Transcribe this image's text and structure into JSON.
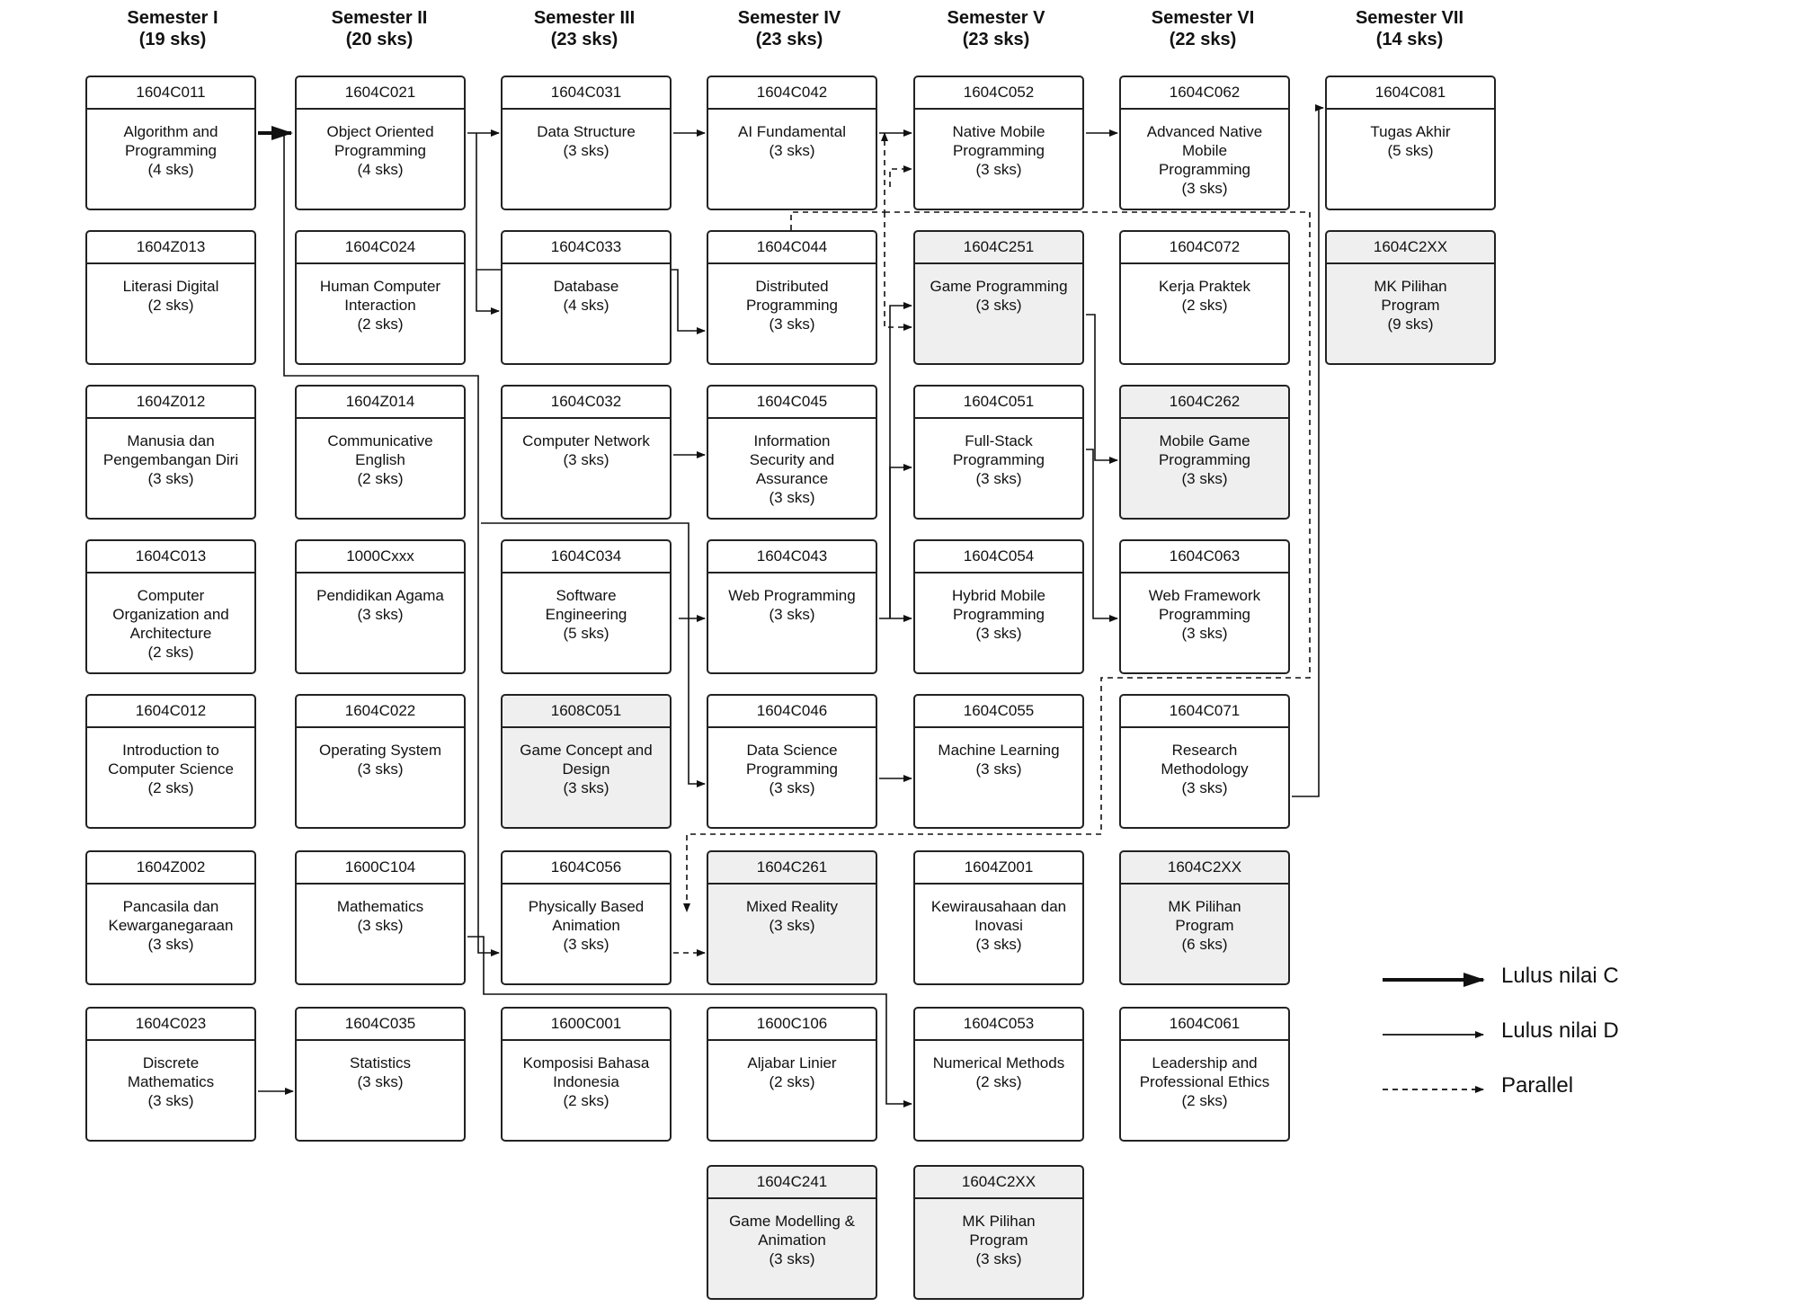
{
  "semesters": [
    {
      "title": "Semester I",
      "credits": "(19 sks)"
    },
    {
      "title": "Semester II",
      "credits": "(20 sks)"
    },
    {
      "title": "Semester III",
      "credits": "(23 sks)"
    },
    {
      "title": "Semester IV",
      "credits": "(23 sks)"
    },
    {
      "title": "Semester V",
      "credits": "(23 sks)"
    },
    {
      "title": "Semester VI",
      "credits": "(22 sks)"
    },
    {
      "title": "Semester VII",
      "credits": "(14 sks)"
    }
  ],
  "courses": [
    {
      "code": "1604C011",
      "name": [
        "Algorithm and",
        "Programming",
        "(4 sks)"
      ],
      "elective": false
    },
    {
      "code": "1604Z013",
      "name": [
        "Literasi Digital",
        "(2 sks)"
      ],
      "elective": false
    },
    {
      "code": "1604Z012",
      "name": [
        "Manusia dan",
        "Pengembangan Diri",
        "(3 sks)"
      ],
      "elective": false
    },
    {
      "code": "1604C013",
      "name": [
        "Computer",
        "Organization and",
        "Architecture",
        "(2 sks)"
      ],
      "elective": false
    },
    {
      "code": "1604C012",
      "name": [
        "Introduction to",
        "Computer Science",
        "(2 sks)"
      ],
      "elective": false
    },
    {
      "code": "1604Z002",
      "name": [
        "Pancasila dan",
        "Kewarganegaraan",
        "(3 sks)"
      ],
      "elective": false
    },
    {
      "code": "1604C023",
      "name": [
        "Discrete",
        "Mathematics",
        "(3 sks)"
      ],
      "elective": false
    },
    {
      "code": "1604C021",
      "name": [
        "Object Oriented",
        "Programming",
        "(4 sks)"
      ],
      "elective": false
    },
    {
      "code": "1604C024",
      "name": [
        "Human Computer",
        "Interaction",
        "(2 sks)"
      ],
      "elective": false
    },
    {
      "code": "1604Z014",
      "name": [
        "Communicative",
        "English",
        "(2 sks)"
      ],
      "elective": false
    },
    {
      "code": "1000Cxxx",
      "name": [
        "Pendidikan Agama",
        "(3 sks)"
      ],
      "elective": false
    },
    {
      "code": "1604C022",
      "name": [
        "Operating System",
        "(3 sks)"
      ],
      "elective": false
    },
    {
      "code": "1600C104",
      "name": [
        "Mathematics",
        "(3 sks)"
      ],
      "elective": false
    },
    {
      "code": "1604C035",
      "name": [
        "Statistics",
        "(3 sks)"
      ],
      "elective": false
    },
    {
      "code": "1604C031",
      "name": [
        "Data Structure",
        "(3 sks)"
      ],
      "elective": false
    },
    {
      "code": "1604C033",
      "name": [
        "Database",
        "(4 sks)"
      ],
      "elective": false
    },
    {
      "code": "1604C032",
      "name": [
        "Computer Network",
        "(3 sks)"
      ],
      "elective": false
    },
    {
      "code": "1604C034",
      "name": [
        "Software",
        "Engineering",
        "(5 sks)"
      ],
      "elective": false
    },
    {
      "code": "1608C051",
      "name": [
        "Game Concept and",
        "Design",
        "(3 sks)"
      ],
      "elective": true
    },
    {
      "code": "1604C056",
      "name": [
        "Physically Based",
        "Animation",
        "(3 sks)"
      ],
      "elective": false
    },
    {
      "code": "1600C001",
      "name": [
        "Komposisi Bahasa",
        "Indonesia",
        "(2 sks)"
      ],
      "elective": false
    },
    {
      "code": "1604C042",
      "name": [
        "AI Fundamental",
        "(3 sks)"
      ],
      "elective": false
    },
    {
      "code": "1604C044",
      "name": [
        "Distributed",
        "Programming",
        "(3 sks)"
      ],
      "elective": false
    },
    {
      "code": "1604C045",
      "name": [
        "Information",
        "Security and",
        "Assurance",
        "(3 sks)"
      ],
      "elective": false
    },
    {
      "code": "1604C043",
      "name": [
        "Web Programming",
        "(3 sks)"
      ],
      "elective": false
    },
    {
      "code": "1604C046",
      "name": [
        "Data Science",
        "Programming",
        "(3 sks)"
      ],
      "elective": false
    },
    {
      "code": "1604C261",
      "name": [
        "Mixed Reality",
        "(3 sks)"
      ],
      "elective": true
    },
    {
      "code": "1600C106",
      "name": [
        "Aljabar Linier",
        "(2 sks)"
      ],
      "elective": false
    },
    {
      "code": "1604C241",
      "name": [
        "Game Modelling &",
        "Animation",
        "(3 sks)"
      ],
      "elective": true
    },
    {
      "code": "1604C052",
      "name": [
        "Native Mobile",
        "Programming",
        "(3 sks)"
      ],
      "elective": false
    },
    {
      "code": "1604C251",
      "name": [
        "Game Programming",
        "(3 sks)"
      ],
      "elective": true
    },
    {
      "code": "1604C051",
      "name": [
        "Full-Stack",
        "Programming",
        "(3 sks)"
      ],
      "elective": false
    },
    {
      "code": "1604C054",
      "name": [
        "Hybrid Mobile",
        "Programming",
        "(3 sks)"
      ],
      "elective": false
    },
    {
      "code": "1604C055",
      "name": [
        "Machine Learning",
        "(3 sks)"
      ],
      "elective": false
    },
    {
      "code": "1604Z001",
      "name": [
        "Kewirausahaan dan",
        "Inovasi",
        "(3 sks)"
      ],
      "elective": false
    },
    {
      "code": "1604C053",
      "name": [
        "Numerical Methods",
        "(2 sks)"
      ],
      "elective": false
    },
    {
      "code": "1604C2XX",
      "name": [
        "MK Pilihan",
        "Program",
        "(3 sks)"
      ],
      "elective": true
    },
    {
      "code": "1604C062",
      "name": [
        "Advanced Native",
        "Mobile",
        "Programming",
        "(3 sks)"
      ],
      "elective": false
    },
    {
      "code": "1604C072",
      "name": [
        "Kerja Praktek",
        "(2 sks)"
      ],
      "elective": false
    },
    {
      "code": "1604C262",
      "name": [
        "Mobile Game",
        "Programming",
        "(3 sks)"
      ],
      "elective": true
    },
    {
      "code": "1604C063",
      "name": [
        "Web Framework",
        "Programming",
        "(3 sks)"
      ],
      "elective": false
    },
    {
      "code": "1604C071",
      "name": [
        "Research",
        "Methodology",
        "(3 sks)"
      ],
      "elective": false
    },
    {
      "code": "1604C2XX",
      "name": [
        "MK Pilihan",
        "Program",
        "(6 sks)"
      ],
      "elective": true
    },
    {
      "code": "1604C061",
      "name": [
        "Leadership and",
        "Professional Ethics",
        "(2 sks)"
      ],
      "elective": false
    },
    {
      "code": "1604C081",
      "name": [
        "Tugas Akhir",
        "(5 sks)"
      ],
      "elective": false
    },
    {
      "code": "1604C2XX",
      "name": [
        "MK Pilihan",
        "Program",
        "(9 sks)"
      ],
      "elective": true
    }
  ],
  "legend": [
    {
      "style": "thick",
      "label": "Lulus nilai C"
    },
    {
      "style": "thin",
      "label": "Lulus nilai D"
    },
    {
      "style": "dashed",
      "label": "Parallel"
    }
  ]
}
